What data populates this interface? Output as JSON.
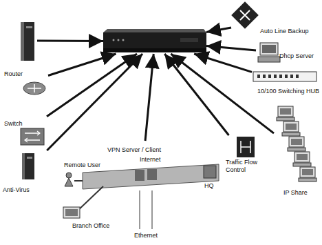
{
  "diagram": {
    "nodes": [
      {
        "text": []
      },
      {
        "text": []
      },
      {
        "text": [
          "Router"
        ]
      },
      {
        "text": [
          "Switch"
        ]
      },
      {
        "text": [
          "Anti-Virus"
        ]
      },
      {
        "text": [
          "VPN Server / Client"
        ]
      },
      {
        "text": [
          "Auto Line Backup"
        ]
      },
      {
        "text": [
          "Dhcp Server"
        ]
      },
      {
        "text": [
          "10/100 Switching HUB"
        ]
      },
      {
        "text": [
          "IP Share"
        ]
      },
      {
        "text": [
          "Traffic Flow Control"
        ]
      }
    ],
    "edges": [
      {
        "from": 1,
        "to": 0,
        "arrow": "to"
      },
      {
        "from": 2,
        "to": 0,
        "arrow": "to"
      },
      {
        "from": 3,
        "to": 0,
        "arrow": "to"
      },
      {
        "from": 4,
        "to": 0,
        "arrow": "to"
      },
      {
        "from": 5,
        "to": 0,
        "arrow": "to"
      },
      {
        "from": 6,
        "to": 0,
        "arrow": "to"
      },
      {
        "from": 7,
        "to": 0,
        "arrow": "to"
      },
      {
        "from": 8,
        "to": 0,
        "arrow": "to"
      },
      {
        "from": 9,
        "to": 0,
        "arrow": "to"
      },
      {
        "from": 10,
        "to": 0,
        "arrow": "to"
      }
    ],
    "labels": [
      "Remote User",
      "Internet",
      "HQ",
      "Branch Office",
      "Ethernet"
    ]
  }
}
